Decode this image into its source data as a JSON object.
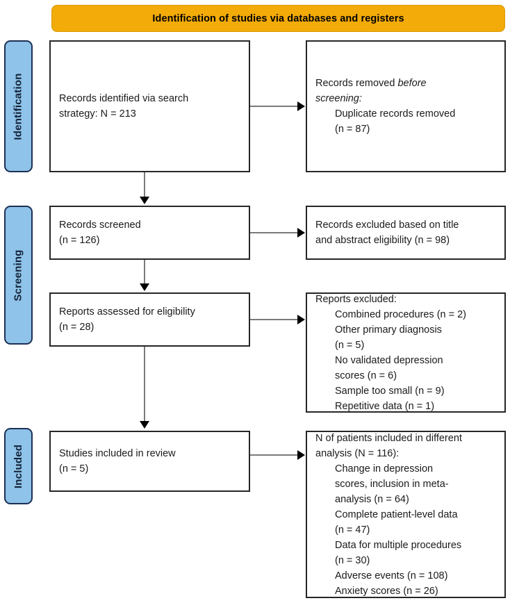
{
  "banner": {
    "title": "Identification of studies via databases and registers"
  },
  "stages": [
    {
      "label": "Identification"
    },
    {
      "label": "Screening"
    },
    {
      "label": "Included"
    }
  ],
  "boxes": {
    "identified": {
      "lines": [
        {
          "text": "Records identified via search",
          "indent": false,
          "italic": false
        },
        {
          "text": "strategy: N = 213",
          "indent": false,
          "italic": false
        }
      ]
    },
    "removed_before_screening": {
      "lines": [
        {
          "text": "Records removed before",
          "indent": false,
          "italic": false
        },
        {
          "text": "screening:",
          "indent": false,
          "italic": false
        },
        {
          "text": "Duplicate records removed",
          "indent": true,
          "italic": false
        },
        {
          "text": "(n = 87)",
          "indent": true,
          "italic": false
        }
      ]
    },
    "screened": {
      "lines": [
        {
          "text": "Records screened",
          "indent": false,
          "italic": false
        },
        {
          "text": "(n = 126)",
          "indent": false,
          "italic": false
        }
      ]
    },
    "records_excluded": {
      "lines": [
        {
          "text": "Records excluded based on title",
          "indent": false,
          "italic": false
        },
        {
          "text": "and abstract eligibility (n = 98)",
          "indent": false,
          "italic": false
        }
      ]
    },
    "assessed": {
      "lines": [
        {
          "text": "Reports assessed for eligibility",
          "indent": false,
          "italic": false
        },
        {
          "text": "(n = 28)",
          "indent": false,
          "italic": false
        }
      ]
    },
    "reports_excluded": {
      "lines": [
        {
          "text": "Reports excluded:",
          "indent": false,
          "italic": false
        },
        {
          "text": "Combined procedures (n = 2)",
          "indent": true,
          "italic": false
        },
        {
          "text": "Other primary diagnosis",
          "indent": true,
          "italic": false
        },
        {
          "text": "(n = 5)",
          "indent": true,
          "italic": false
        },
        {
          "text": "No validated depression",
          "indent": true,
          "italic": false
        },
        {
          "text": "scores (n = 6)",
          "indent": true,
          "italic": false
        },
        {
          "text": "Sample too small (n = 9)",
          "indent": true,
          "italic": false
        },
        {
          "text": "Repetitive data (n = 1)",
          "indent": true,
          "italic": false
        }
      ]
    },
    "included": {
      "lines": [
        {
          "text": "Studies included in review",
          "indent": false,
          "italic": false
        },
        {
          "text": "(n = 5)",
          "indent": false,
          "italic": false
        }
      ]
    },
    "patients_included": {
      "lines": [
        {
          "text": "N of patients included in different",
          "indent": false,
          "italic": false
        },
        {
          "text": "analysis (N = 116):",
          "indent": false,
          "italic": false
        },
        {
          "text": "Change in depression",
          "indent": true,
          "italic": false
        },
        {
          "text": "scores, inclusion in meta-",
          "indent": true,
          "italic": false
        },
        {
          "text": "analysis (n = 64)",
          "indent": true,
          "italic": false
        },
        {
          "text": "Complete patient-level data",
          "indent": true,
          "italic": false
        },
        {
          "text": "(n = 47)",
          "indent": true,
          "italic": false
        },
        {
          "text": "Data for multiple procedures",
          "indent": true,
          "italic": false
        },
        {
          "text": "(n = 30)",
          "indent": true,
          "italic": false
        },
        {
          "text": "Adverse events (n = 108)",
          "indent": true,
          "italic": false
        },
        {
          "text": "Anxiety scores (n = 26)",
          "indent": true,
          "italic": false
        }
      ]
    }
  },
  "colors": {
    "banner_fill": "#F3AB09",
    "stage_fill": "#8FC3E9",
    "stage_border": "#1C3055",
    "box_border": "#262626",
    "connector": "#7A7A7A",
    "arrowhead": "#000000"
  }
}
